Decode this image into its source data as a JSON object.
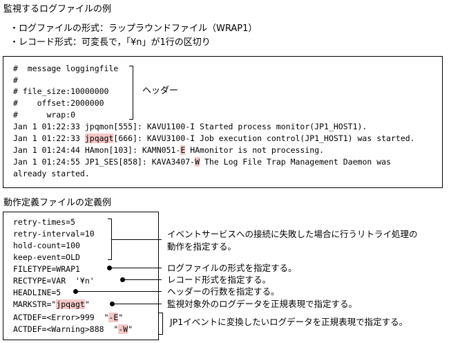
{
  "section1": {
    "title": "監視するログファイルの例",
    "bullet_format": "・ログファイルの形式：ラップラウンドファイル（WRAP1）",
    "bullet_record": "・レコード形式：可変長で，「¥n」が1行の区切り"
  },
  "logfile": {
    "header_lines": [
      "#  message loggingfile",
      "#",
      "# file_size:10000000",
      "#    offset:2000000",
      "#      wrap:0"
    ],
    "header_label": "ヘッダー",
    "line1": "Jan 1 01:22:33 jpqmon[555]: KAVU1100-I Started process monitor(JP1_HOST1).",
    "line2_a": "Jan 1 01:22:33 ",
    "line2_hl": "jpqagt",
    "line2_b": "[666]: KAVU3100-I Job execution control(JP1_HOST1) was started.",
    "line3_a": "Jan 1 01:24:44 HAmon[103]: KAMN051-",
    "line3_hl": "E",
    "line3_b": " HAmonitor is not processing.",
    "line4_a": "Jan 1 01:24:55 JP1_SES[858]: KAVA3407-",
    "line4_hl": "W",
    "line4_b": " The Log File Trap Management Daemon was",
    "line5": "already started."
  },
  "section2": {
    "title": "動作定義ファイルの定義例"
  },
  "definition": {
    "retry_times": "retry-times=5",
    "retry_interval": "retry-interval=10",
    "hold_count": "hold-count=100",
    "keep_event": "keep-event=OLD",
    "filetype": "FILETYPE=WRAP1",
    "recttype": "RECTYPE=VAR  '¥n'",
    "headline": "HEADLINE=5",
    "markstr_a": "MARKSTR=\"",
    "markstr_hl": "jpqagt",
    "markstr_b": "\"",
    "actdef1_a": "ACTDEF=<Error>999  \"",
    "actdef1_hl": "-E",
    "actdef1_b": "\"",
    "actdef2_a": "ACTDEF=<Warning>888  \"",
    "actdef2_hl": "-W",
    "actdef2_b": "\""
  },
  "annotations": {
    "retry": "イベントサービスへの接続に失敗した場合に行うリトライ処理の",
    "retry_2": "動作を指定する。",
    "filetype": "ログファイルの形式を指定する。",
    "rectype": "レコード形式を指定する。",
    "headline": "ヘッダーの行数を指定する。",
    "markstr": "監視対象外のログデータを正規表現で指定する。",
    "actdef": "JP1イベントに変換したいログデータを正規表現で指定する。"
  },
  "colors": {
    "highlight": "#f6c8c8"
  }
}
